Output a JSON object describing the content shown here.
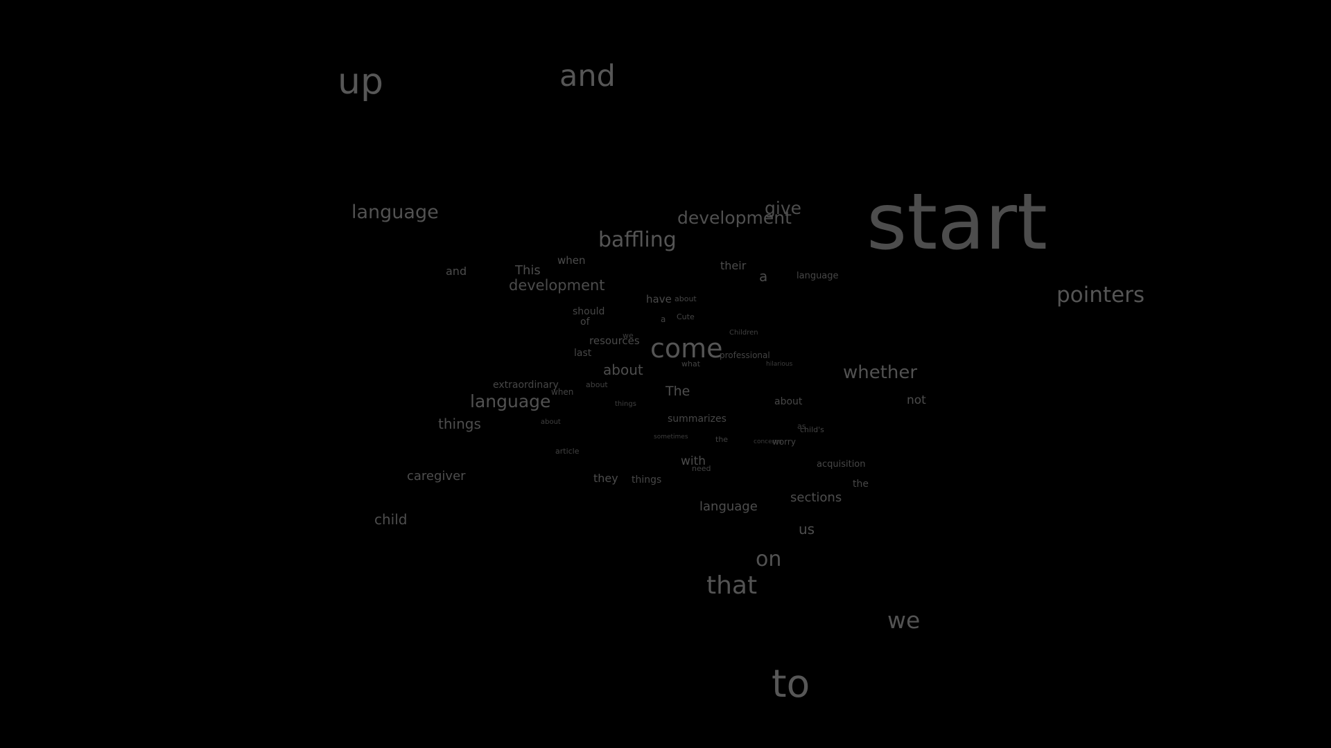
{
  "words": [
    {
      "text": "up",
      "name": "word-up-1"
    },
    {
      "text": "and",
      "name": "word-and-1"
    },
    {
      "text": "language",
      "name": "word-language-1"
    },
    {
      "text": "development",
      "name": "word-development-1"
    },
    {
      "text": "give",
      "name": "word-give-1"
    },
    {
      "text": "start",
      "name": "word-start"
    },
    {
      "text": "baffling",
      "name": "word-baffling"
    },
    {
      "text": "pointers",
      "name": "word-pointers"
    },
    {
      "text": "when",
      "name": "word-when-1"
    },
    {
      "text": "and",
      "name": "word-and-2"
    },
    {
      "text": "This",
      "name": "word-this"
    },
    {
      "text": "development",
      "name": "word-development-2"
    },
    {
      "text": "their",
      "name": "word-their"
    },
    {
      "text": "a",
      "name": "word-a-1"
    },
    {
      "text": "language",
      "name": "word-language-2"
    },
    {
      "text": "have",
      "name": "word-have"
    },
    {
      "text": "about",
      "name": "word-about-1"
    },
    {
      "text": "should",
      "name": "word-should"
    },
    {
      "text": "of",
      "name": "word-of"
    },
    {
      "text": "a",
      "name": "word-a-2"
    },
    {
      "text": "Cute",
      "name": "word-cute"
    },
    {
      "text": "Children",
      "name": "word-children"
    },
    {
      "text": "we",
      "name": "word-we-1"
    },
    {
      "text": "resources",
      "name": "word-resources"
    },
    {
      "text": "come",
      "name": "word-come"
    },
    {
      "text": "last",
      "name": "word-last"
    },
    {
      "text": "professional",
      "name": "word-professional"
    },
    {
      "text": "what",
      "name": "word-what"
    },
    {
      "text": "hilarious",
      "name": "word-hilarious"
    },
    {
      "text": "about",
      "name": "word-about-2"
    },
    {
      "text": "whether",
      "name": "word-whether"
    },
    {
      "text": "extraordinary",
      "name": "word-extraordinary"
    },
    {
      "text": "about",
      "name": "word-about-3"
    },
    {
      "text": "when",
      "name": "word-when-2"
    },
    {
      "text": "The",
      "name": "word-the-1"
    },
    {
      "text": "language",
      "name": "word-language-3"
    },
    {
      "text": "things",
      "name": "word-things-1"
    },
    {
      "text": "about",
      "name": "word-about-4"
    },
    {
      "text": "not",
      "name": "word-not"
    },
    {
      "text": "things",
      "name": "word-things-2"
    },
    {
      "text": "summarizes",
      "name": "word-summarizes"
    },
    {
      "text": "about",
      "name": "word-about-5"
    },
    {
      "text": "as",
      "name": "word-as"
    },
    {
      "text": "child's",
      "name": "word-childs"
    },
    {
      "text": "sometimes",
      "name": "word-sometimes"
    },
    {
      "text": "the",
      "name": "word-the-2"
    },
    {
      "text": "concerns",
      "name": "word-concerns"
    },
    {
      "text": "worry",
      "name": "word-worry"
    },
    {
      "text": "article",
      "name": "word-article"
    },
    {
      "text": "with",
      "name": "word-with"
    },
    {
      "text": "need",
      "name": "word-need"
    },
    {
      "text": "acquisition",
      "name": "word-acquisition"
    },
    {
      "text": "caregiver",
      "name": "word-caregiver"
    },
    {
      "text": "they",
      "name": "word-they"
    },
    {
      "text": "things",
      "name": "word-things-3"
    },
    {
      "text": "the",
      "name": "word-the-3"
    },
    {
      "text": "sections",
      "name": "word-sections"
    },
    {
      "text": "language",
      "name": "word-language-4"
    },
    {
      "text": "child",
      "name": "word-child"
    },
    {
      "text": "us",
      "name": "word-us"
    },
    {
      "text": "on",
      "name": "word-on"
    },
    {
      "text": "that",
      "name": "word-that"
    },
    {
      "text": "we",
      "name": "word-we-2"
    },
    {
      "text": "to",
      "name": "word-to"
    }
  ]
}
